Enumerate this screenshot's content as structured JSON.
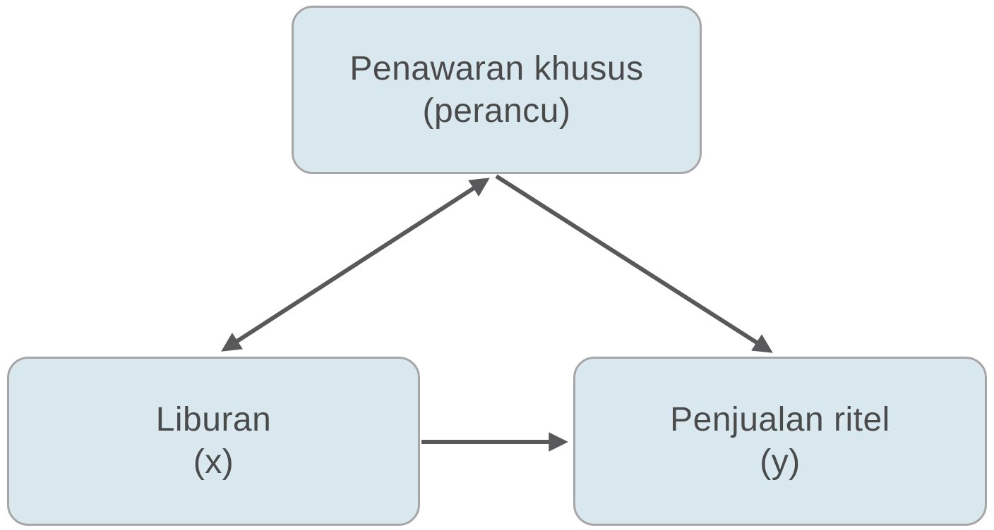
{
  "diagram": {
    "type": "causal-confounder-diagram",
    "background_color": "#ffffff",
    "nodes": {
      "confounder": {
        "line1": "Penawaran khusus",
        "line2": "(perancu)",
        "role": "confounder"
      },
      "x": {
        "line1": "Liburan",
        "line2": "(x)",
        "role": "independent-variable"
      },
      "y": {
        "line1": "Penjualan ritel",
        "line2": "(y)",
        "role": "dependent-variable"
      }
    },
    "edges": [
      {
        "from": "x",
        "to": "confounder",
        "direction": "bidirectional"
      },
      {
        "from": "confounder",
        "to": "y",
        "direction": "one-way"
      },
      {
        "from": "x",
        "to": "y",
        "direction": "one-way"
      }
    ],
    "colors": {
      "node_fill": "#d9e8ef",
      "node_border": "#a6a6a6",
      "node_text": "#4a4a4b",
      "arrow": "#59595b"
    }
  }
}
